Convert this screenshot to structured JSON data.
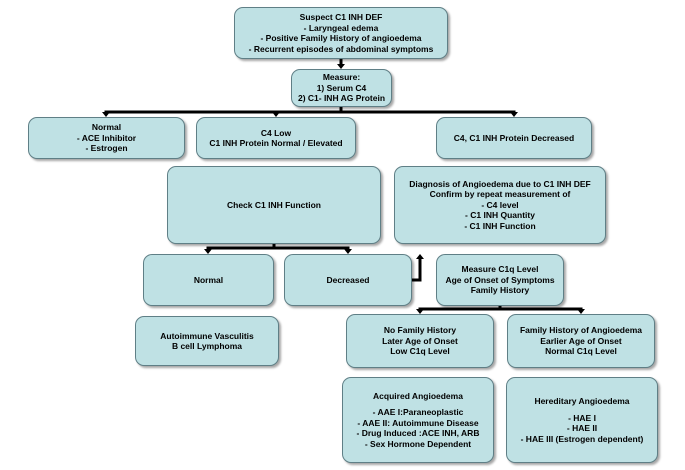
{
  "nodes": {
    "suspect": {
      "lines": [
        "Suspect C1 INH DEF",
        "-  Laryngeal edema",
        "-  Positive Family History of angioedema",
        "-  Recurrent episodes of abdominal symptoms"
      ]
    },
    "measure": {
      "lines": [
        "Measure:",
        "1) Serum C4",
        "2) C1- INH AG Protein"
      ]
    },
    "normal_top": {
      "lines": [
        "Normal",
        "- ACE Inhibitor",
        "-  Estrogen"
      ]
    },
    "c4low": {
      "lines": [
        "C4 Low",
        "C1 INH Protein Normal / Elevated"
      ]
    },
    "c4c1dec": {
      "lines": [
        "C4, C1 INH Protein Decreased"
      ]
    },
    "check": {
      "lines": [
        "Check C1 INH Function"
      ]
    },
    "diagnosis": {
      "lines": [
        "Diagnosis of Angioedema due to C1 INH DEF",
        "Confirm by repeat measurement of",
        "- C4 level",
        "- C1 INH Quantity",
        "- C1 INH Function"
      ]
    },
    "normal_fn": {
      "lines": [
        "Normal"
      ]
    },
    "decreased": {
      "lines": [
        "Decreased"
      ]
    },
    "c1q": {
      "lines": [
        "Measure C1q Level",
        "Age of Onset of Symptoms",
        "Family History"
      ]
    },
    "vasculitis": {
      "lines": [
        "Autoimmune Vasculitis",
        "B cell Lymphoma"
      ]
    },
    "nofamily": {
      "lines": [
        "No Family History",
        "Later Age of Onset",
        "Low C1q Level"
      ]
    },
    "family": {
      "lines": [
        "Family History of Angioedema",
        "Earlier Age of Onset",
        "Normal C1q Level"
      ]
    },
    "acquired": {
      "lines": [
        "Acquired Angioedema",
        "",
        "- AAE I:Paraneoplastic",
        "- AAE II: Autoimmune Disease",
        "- Drug Induced :ACE INH, ARB",
        "- Sex Hormone Dependent"
      ]
    },
    "hereditary": {
      "lines": [
        "Hereditary Angioedema",
        "",
        "- HAE I",
        "- HAE II",
        "- HAE III (Estrogen dependent)"
      ]
    }
  },
  "colors": {
    "box_fill": "#bfe1e4",
    "box_border": "#5f7f86",
    "connector": "#000000"
  }
}
